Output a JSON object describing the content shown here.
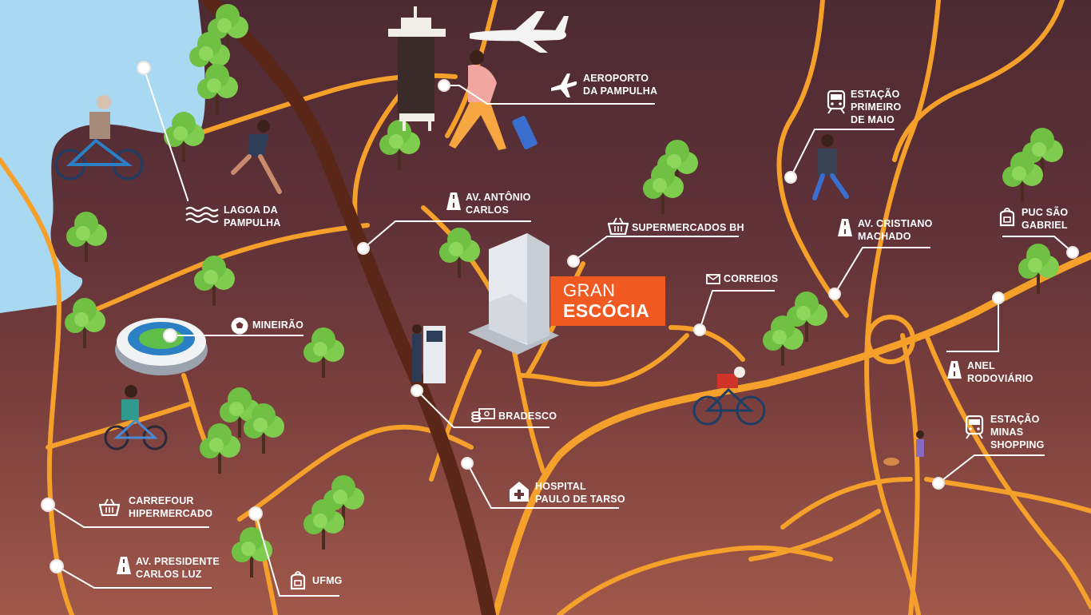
{
  "brand": {
    "line1": "GRAN",
    "line2": "ESCÓCIA",
    "color": "#f05a22"
  },
  "colors": {
    "road": "#f5a02a",
    "highway": "#5a2617",
    "lake": "#a8d8f2",
    "leader": "#ffffff",
    "tree": "#6fc043"
  },
  "places": [
    {
      "id": "aeroporto",
      "icon": "airplane-icon",
      "lines": [
        "AEROPORTO",
        "DA PAMPULHA"
      ]
    },
    {
      "id": "av-antonio-carlos",
      "icon": "road-icon",
      "lines": [
        "AV. ANTÔNIO",
        "CARLOS"
      ]
    },
    {
      "id": "supermercados",
      "icon": "basket-icon",
      "lines": [
        "SUPERMERCADOS BH"
      ]
    },
    {
      "id": "correios",
      "icon": "envelope-icon",
      "lines": [
        "CORREIOS"
      ]
    },
    {
      "id": "estacao-primeiro-maio",
      "icon": "train-icon",
      "lines": [
        "ESTAÇÃO",
        "PRIMEIRO",
        "DE MAIO"
      ]
    },
    {
      "id": "av-cristiano-machado",
      "icon": "road-icon",
      "lines": [
        "AV. CRISTIANO",
        "MACHADO"
      ]
    },
    {
      "id": "puc",
      "icon": "backpack-icon",
      "lines": [
        "PUC SÃO",
        "GABRIEL"
      ]
    },
    {
      "id": "anel",
      "icon": "road-icon",
      "lines": [
        "ANEL",
        "RODOVIÁRIO"
      ]
    },
    {
      "id": "estacao-minas",
      "icon": "train-icon",
      "lines": [
        "ESTAÇÃO",
        "MINAS",
        "SHOPPING"
      ]
    },
    {
      "id": "lagoa",
      "icon": "water-icon",
      "lines": [
        "LAGOA DA",
        "PAMPULHA"
      ]
    },
    {
      "id": "mineirao",
      "icon": "soccer-ball-icon",
      "lines": [
        "MINEIRÃO"
      ]
    },
    {
      "id": "bradesco",
      "icon": "money-icon",
      "lines": [
        "BRADESCO"
      ]
    },
    {
      "id": "hospital",
      "icon": "hospital-icon",
      "lines": [
        "HOSPITAL",
        "PAULO DE TARSO"
      ]
    },
    {
      "id": "carrefour",
      "icon": "basket-icon",
      "lines": [
        "CARREFOUR",
        "HIPERMERCADO"
      ]
    },
    {
      "id": "av-presidente",
      "icon": "road-icon",
      "lines": [
        "AV. PRESIDENTE",
        "CARLOS LUZ"
      ]
    },
    {
      "id": "ufmg",
      "icon": "backpack-icon",
      "lines": [
        "UFMG"
      ]
    }
  ]
}
